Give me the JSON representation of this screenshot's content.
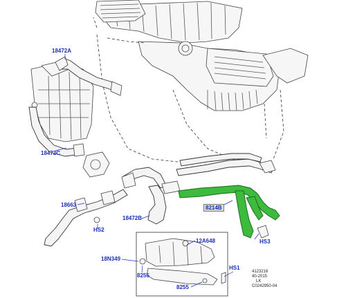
{
  "callouts": {
    "c18472A": "18472A",
    "c18472C": "18472C",
    "c18663": "18663",
    "cHS2": "HS2",
    "c18472B": "18472B",
    "c8214": "8214B",
    "c12A648": "12A648",
    "cHS3": "HS3",
    "c18N349": "18N349",
    "cHS1": "HS1",
    "c8255a": "8255",
    "c8255b": "8255"
  },
  "reference": {
    "line1": "4123216",
    "line2": "40-2015",
    "line3": "LK",
    "line4": "C0242950-04"
  },
  "colors": {
    "callout_text": "#1a2fb8",
    "highlight_part": "#3dbb3d",
    "selected_label_bg": "#d9d9d9"
  }
}
